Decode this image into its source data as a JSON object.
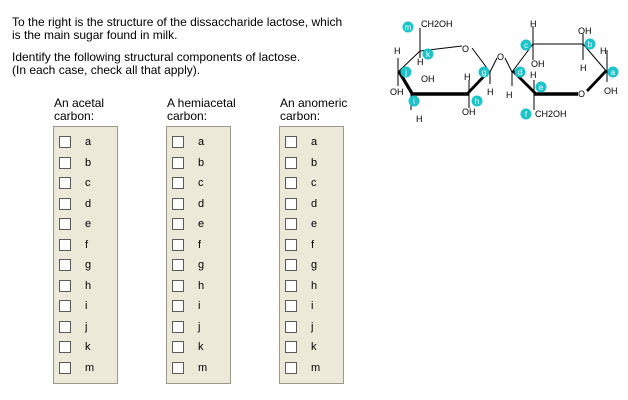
{
  "intro": [
    "To the right is the structure of the dissaccharide lactose, which",
    "is the main sugar found in milk."
  ],
  "instructions": [
    "Identify the following structural components of lactose.",
    "(In each case, check all that apply)."
  ],
  "columns": [
    {
      "title": [
        "An acetal",
        "carbon:"
      ]
    },
    {
      "title": [
        "A hemiacetal",
        "carbon:"
      ]
    },
    {
      "title": [
        "An anomeric",
        "carbon:"
      ]
    }
  ],
  "options": [
    "a",
    "b",
    "c",
    "d",
    "e",
    "f",
    "g",
    "h",
    "i",
    "j",
    "k",
    "m"
  ],
  "molecule": {
    "atoms": {
      "ch2oh_top": "CH2OH",
      "ch2oh_bottom": "CH2OH",
      "o": "O",
      "oh": "OH",
      "h": "H"
    },
    "labels": [
      "m",
      "k",
      "j",
      "i",
      "h",
      "g",
      "d",
      "c",
      "b",
      "a",
      "e",
      "f"
    ],
    "label_color": "#1ec3c8"
  }
}
